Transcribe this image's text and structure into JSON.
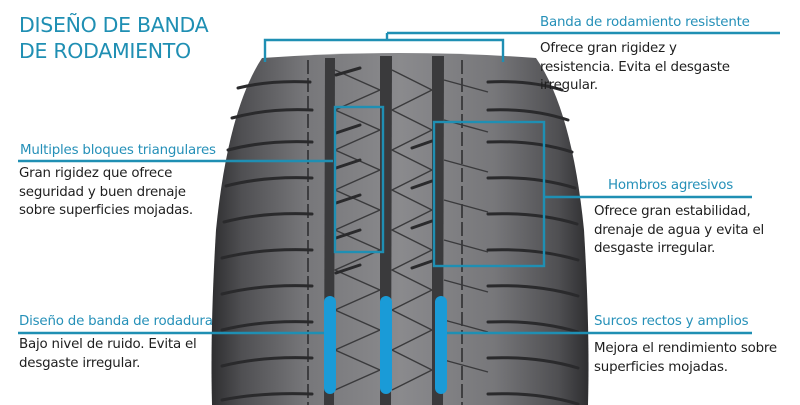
{
  "title": {
    "line1": "DISEÑO DE BANDA",
    "line2": "DE RODAMIENTO"
  },
  "callouts": [
    {
      "id": "banda-resistente",
      "heading": "Banda de rodamiento resistente",
      "lines": [
        "Ofrece gran rigidez y",
        "resistencia. Evita el desgaste",
        "irregular."
      ]
    },
    {
      "id": "bloques-triangulares",
      "heading": "Multiples bloques triangulares",
      "lines": [
        "Gran rigidez que ofrece",
        "seguridad y buen drenaje",
        "sobre superficies mojadas."
      ]
    },
    {
      "id": "hombros-agresivos",
      "heading": "Hombros agresivos",
      "lines": [
        "Ofrece gran estabilidad,",
        "drenaje de agua y evita el",
        "desgaste irregular."
      ]
    },
    {
      "id": "banda-rodadura",
      "heading": "Diseño de banda de rodadura",
      "lines": [
        "Bajo nivel de ruido. Evita el",
        "desgaste irregular."
      ]
    },
    {
      "id": "surcos-rectos",
      "heading": "Surcos rectos y amplios",
      "lines": [
        "Mejora el rendimiento sobre",
        "superficies mojadas."
      ]
    }
  ],
  "colors": {
    "accent": "#1f8fb3",
    "groove_highlight": "#1a9bd7",
    "tire": "#5a5a5c",
    "text": "#1e1e1e"
  }
}
